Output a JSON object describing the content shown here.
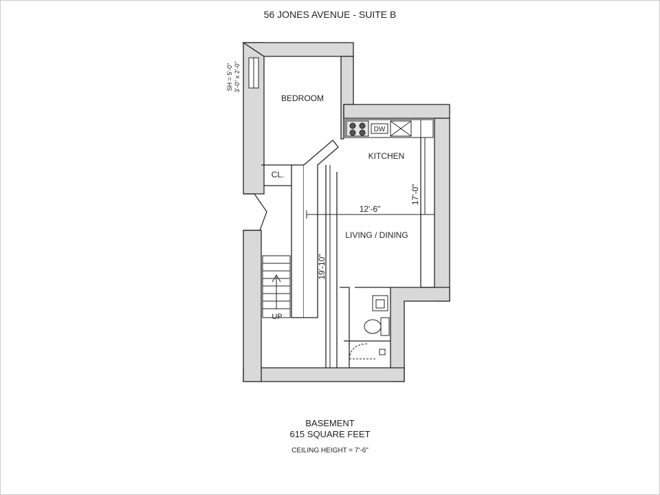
{
  "title": "56 JONES AVENUE - SUITE B",
  "rooms": {
    "bedroom": "BEDROOM",
    "closet": "CL.",
    "kitchen": "KITCHEN",
    "living": "LIVING / DINING",
    "stairs": "UP",
    "dishwasher": "DW"
  },
  "dimensions": {
    "width": "12'-6\"",
    "kitchen_length": "17'-0\"",
    "living_length": "19'-10\""
  },
  "window_note": {
    "line1": "SH = 5'-0\"",
    "line2": "3'-0\" x 2'-0\""
  },
  "footer": {
    "level": "BASEMENT",
    "area": "615 SQUARE FEET",
    "ceiling": "CEILING HEIGHT = 7'-6\""
  }
}
